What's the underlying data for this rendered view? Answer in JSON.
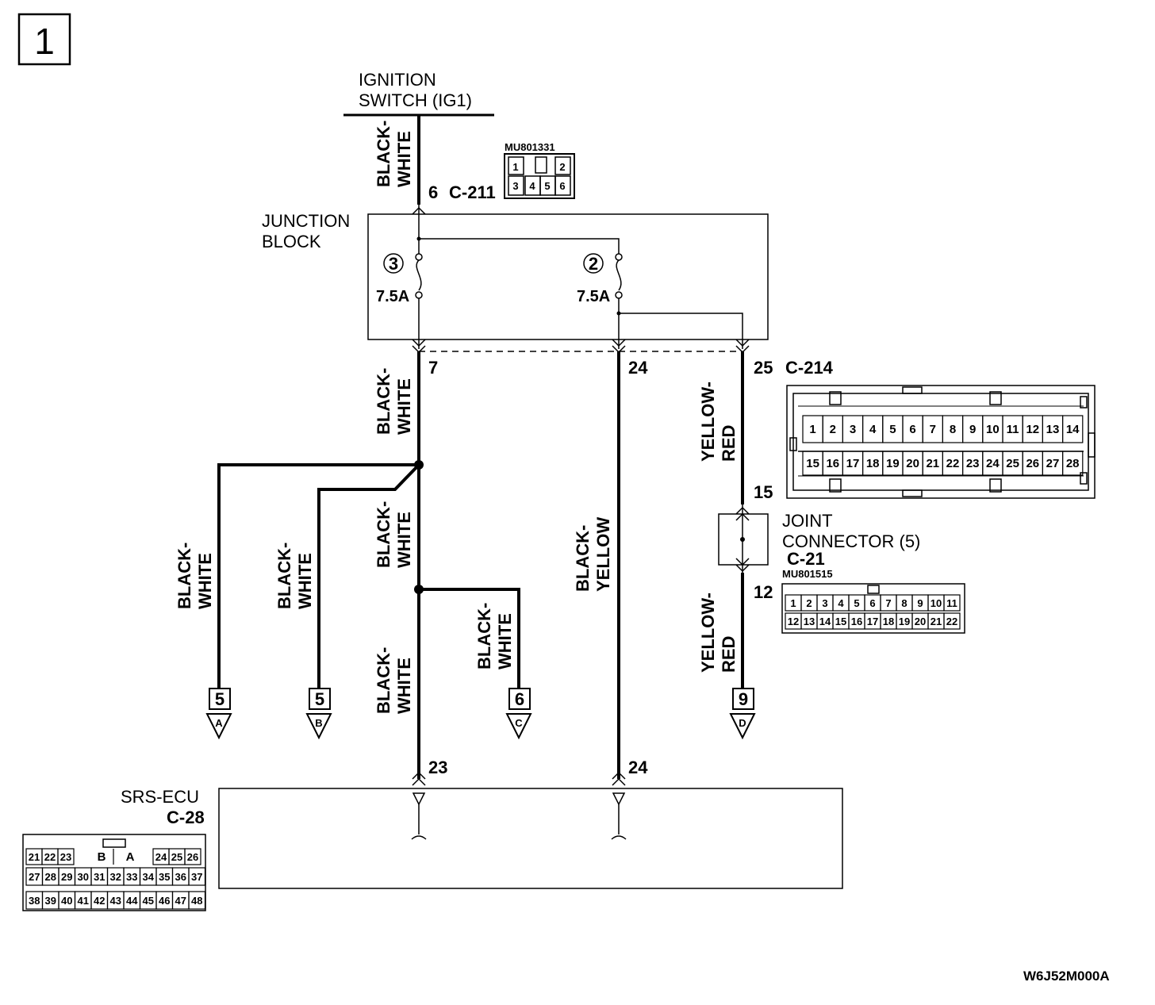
{
  "page_marker": "1",
  "drawing_code": "W6J52M000A",
  "source": {
    "name_line1": "IGNITION",
    "name_line2": "SWITCH (IG1)",
    "wire_color_line1": "BLACK-",
    "wire_color_line2": "WHITE",
    "pin": "6",
    "connector": "C-211"
  },
  "c211_connector": {
    "part_no": "MU801331",
    "top_pins": [
      "1",
      "2"
    ],
    "bottom_pins": [
      "3",
      "4",
      "5",
      "6"
    ]
  },
  "junction_block": {
    "name_line1": "JUNCTION",
    "name_line2": "BLOCK",
    "fuses": [
      {
        "number": "3",
        "rating": "7.5A"
      },
      {
        "number": "2",
        "rating": "7.5A"
      }
    ],
    "output_pins": [
      "7",
      "24",
      "25"
    ],
    "output_connector": "C-214"
  },
  "c214_connector": {
    "row1": [
      "1",
      "2",
      "3",
      "4",
      "5",
      "6",
      "7",
      "8",
      "9",
      "10",
      "11",
      "12",
      "13",
      "14"
    ],
    "row2": [
      "15",
      "16",
      "17",
      "18",
      "19",
      "20",
      "21",
      "22",
      "23",
      "24",
      "25",
      "26",
      "27",
      "28"
    ]
  },
  "wires": {
    "black_white_line1": "BLACK-",
    "black_white_line2": "WHITE",
    "black_yellow_line1": "BLACK-",
    "black_yellow_line2": "YELLOW",
    "yellow_red_line1": "YELLOW-",
    "yellow_red_line2": "RED"
  },
  "joint_connector": {
    "name_line1": "JOINT",
    "name_line2": "CONNECTOR (5)",
    "connector": "C-21",
    "part_no": "MU801515",
    "pin_in": "15",
    "pin_out": "12",
    "row1": [
      "1",
      "2",
      "3",
      "4",
      "5",
      "6",
      "7",
      "8",
      "9",
      "10",
      "11"
    ],
    "row2": [
      "12",
      "13",
      "14",
      "15",
      "16",
      "17",
      "18",
      "19",
      "20",
      "21",
      "22"
    ]
  },
  "references": [
    {
      "page": "5",
      "letter": "A"
    },
    {
      "page": "5",
      "letter": "B"
    },
    {
      "page": "6",
      "letter": "C"
    },
    {
      "page": "9",
      "letter": "D"
    }
  ],
  "srs_ecu": {
    "name": "SRS-ECU",
    "connector": "C-28",
    "pin_a": "23",
    "pin_b": "24",
    "row1": [
      "21",
      "22",
      "23",
      "B",
      "A",
      "24",
      "25",
      "26"
    ],
    "row2": [
      "27",
      "28",
      "29",
      "30",
      "31",
      "32",
      "33",
      "34",
      "35",
      "36",
      "37"
    ],
    "row3": [
      "38",
      "39",
      "40",
      "41",
      "42",
      "43",
      "44",
      "45",
      "46",
      "47",
      "48"
    ]
  }
}
